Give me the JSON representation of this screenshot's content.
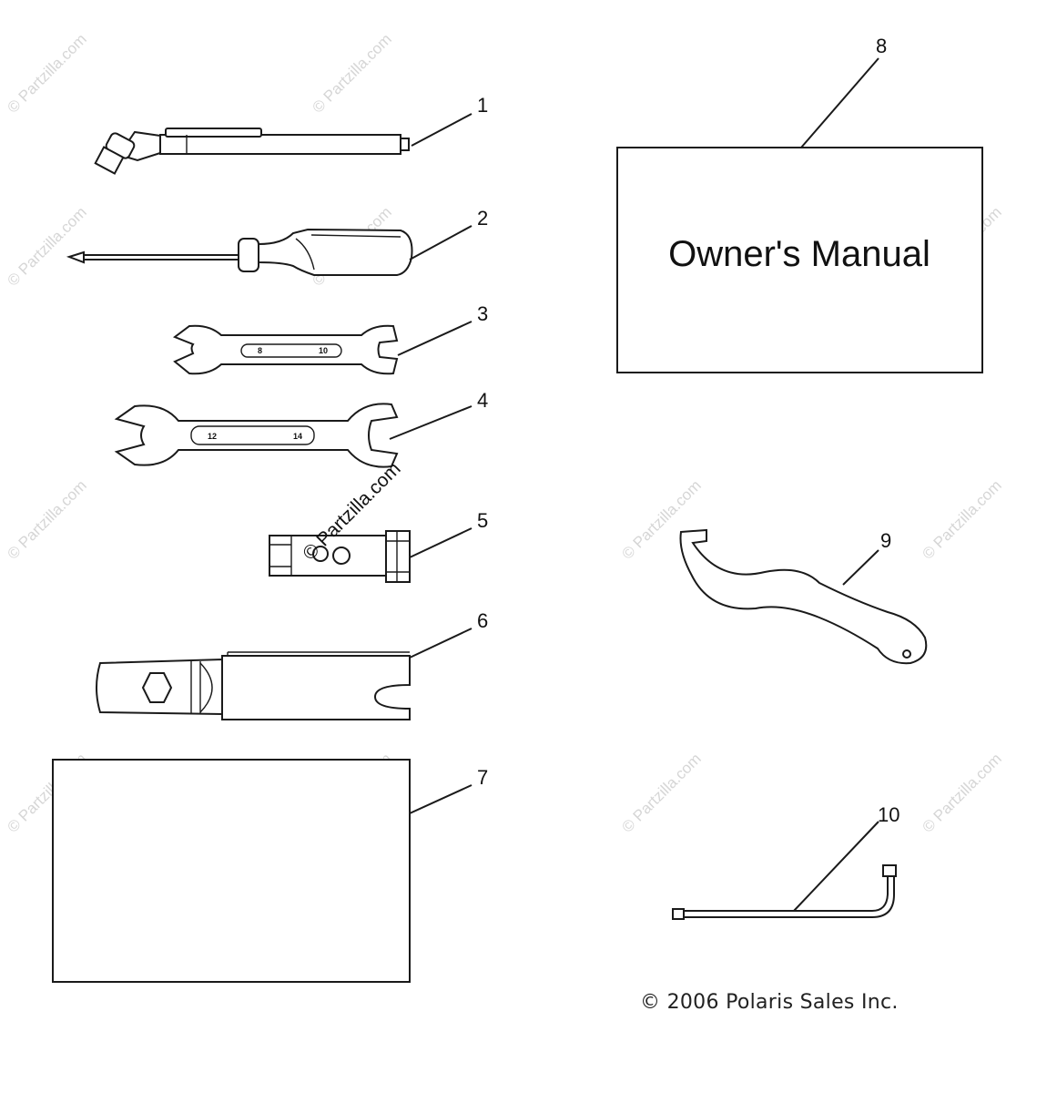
{
  "callouts": [
    "1",
    "2",
    "3",
    "4",
    "5",
    "6",
    "7",
    "8",
    "9",
    "10"
  ],
  "manual": {
    "title": "Owner's Manual"
  },
  "wrench_small": {
    "size_a": "8",
    "size_b": "10"
  },
  "wrench_large": {
    "size_a": "12",
    "size_b": "14"
  },
  "watermark": {
    "text": "© Partzilla.com"
  },
  "copyright": "© 2006 Polaris Sales Inc."
}
